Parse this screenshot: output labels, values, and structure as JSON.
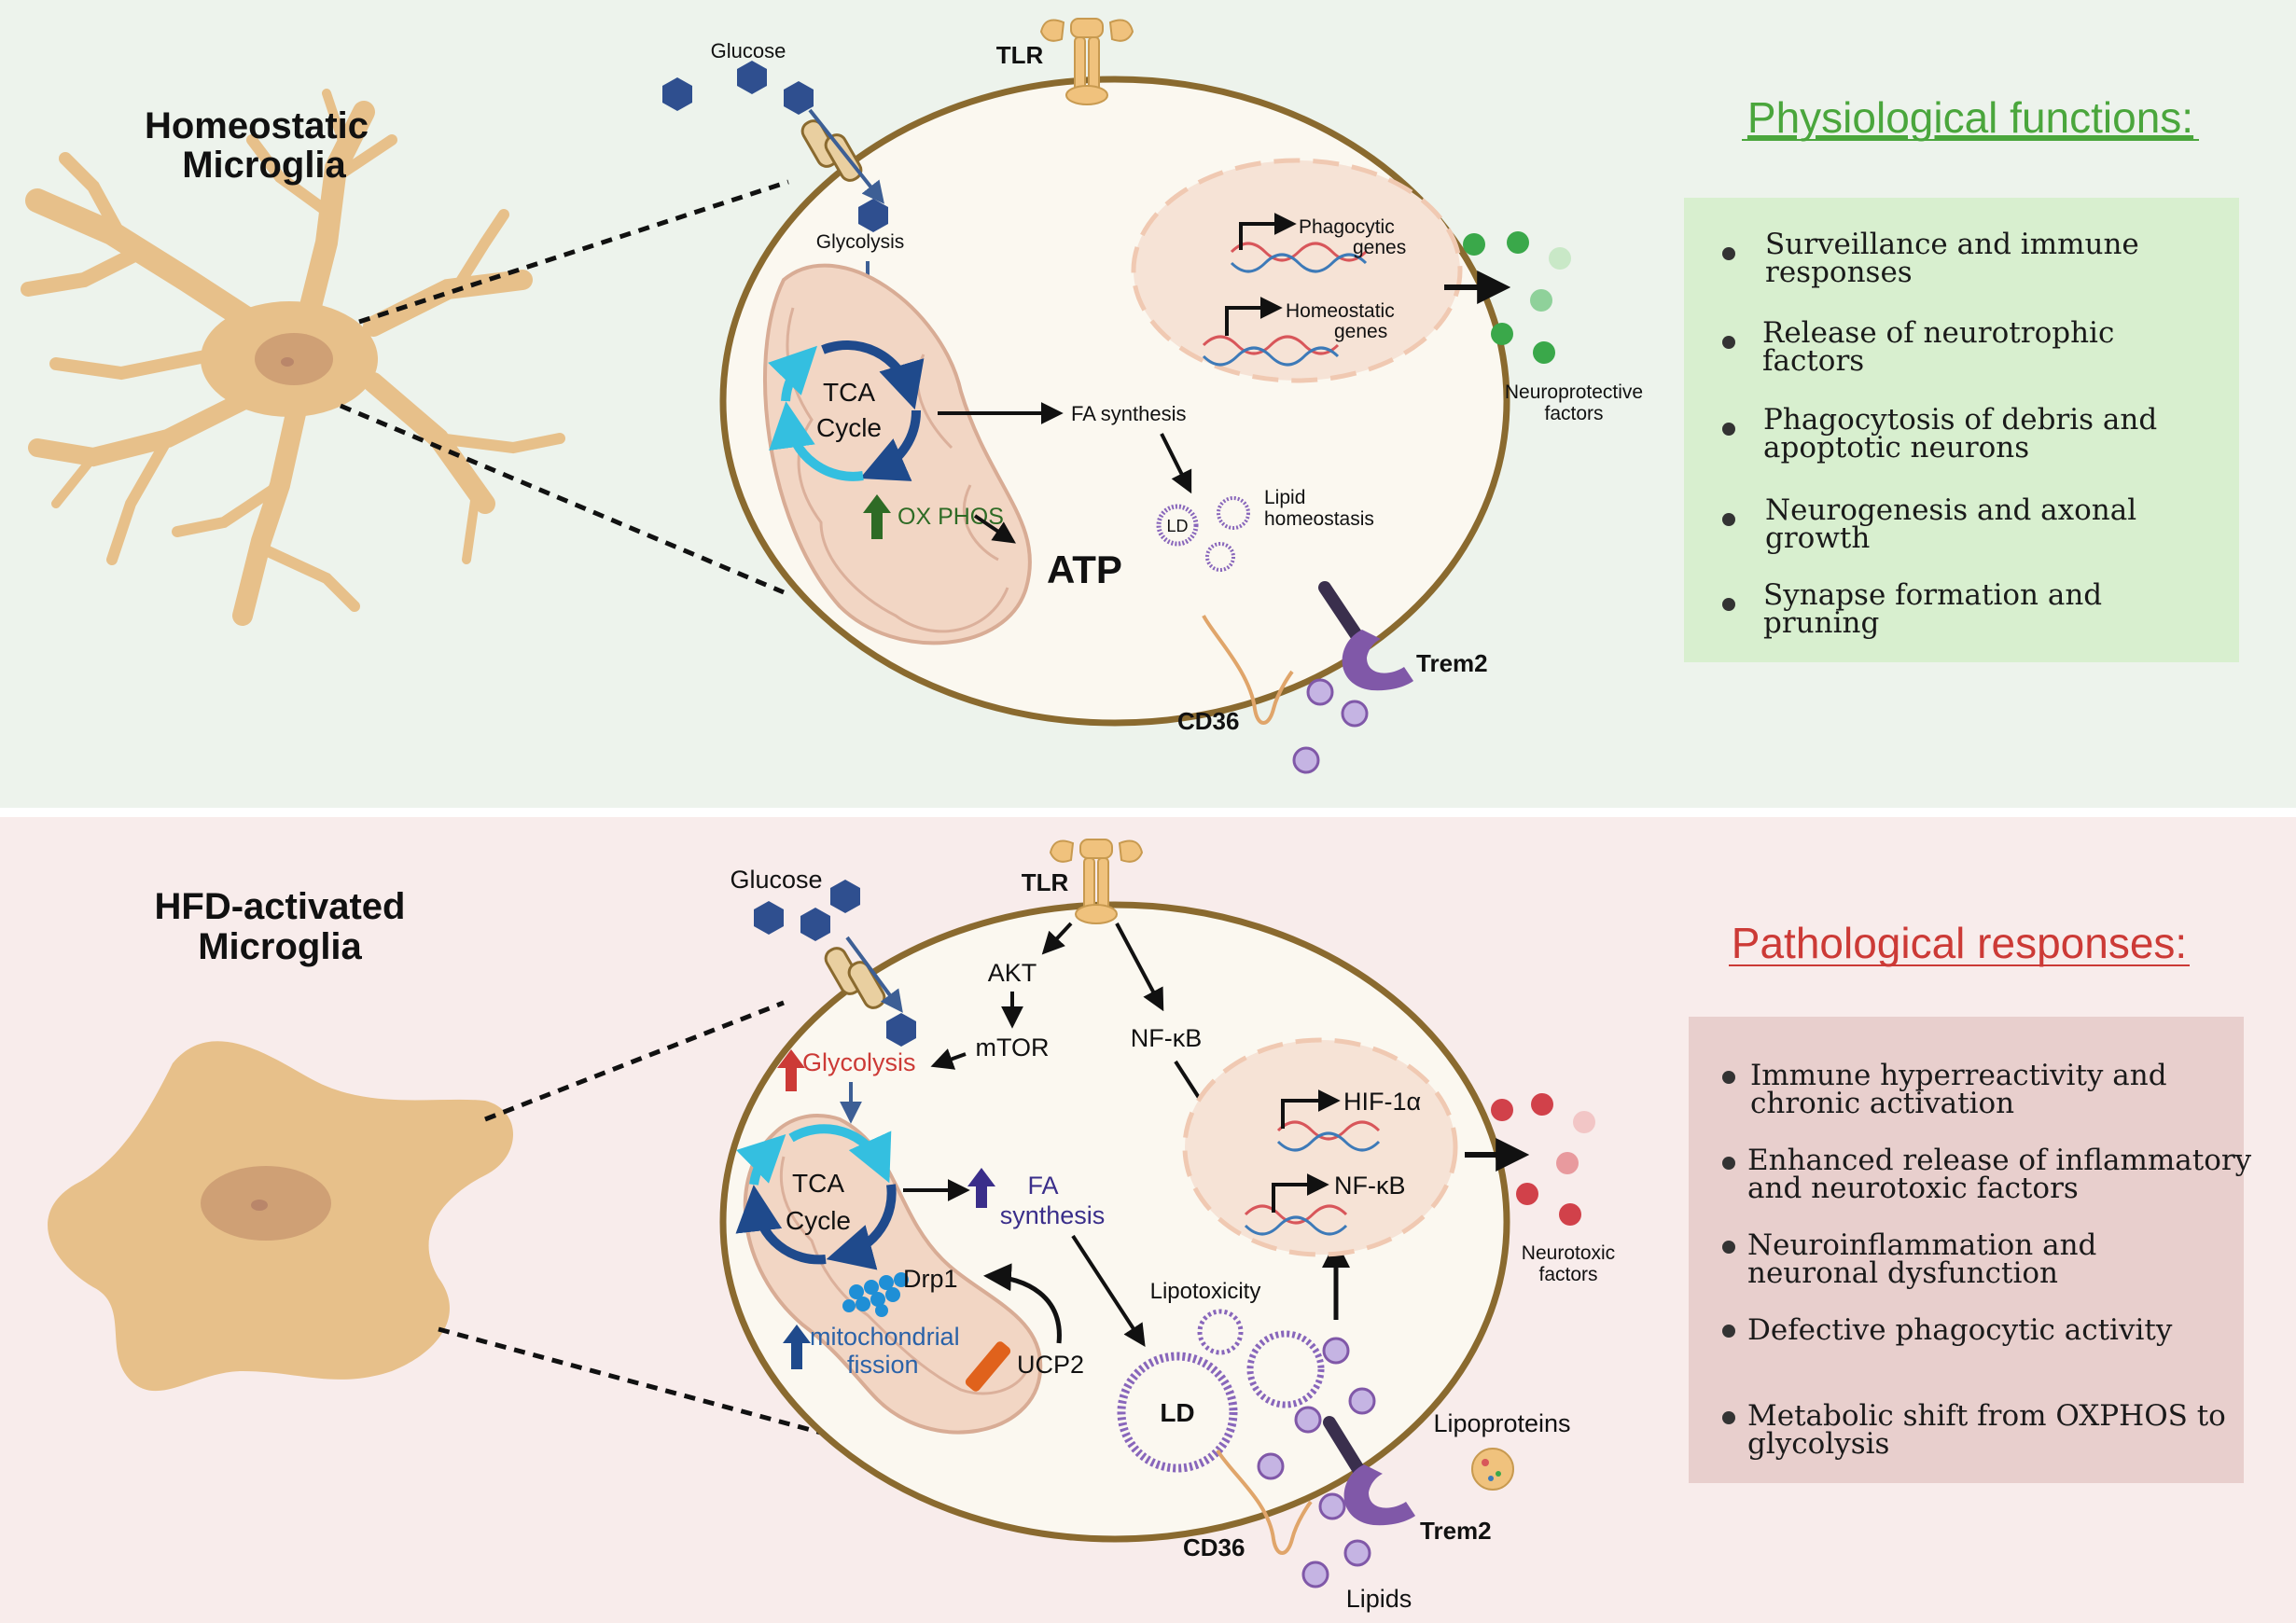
{
  "top_panel": {
    "cell_title": [
      "Homeostatic",
      "Microglia"
    ],
    "glucose": "Glucose",
    "tlr": "TLR",
    "glycolysis": "Glycolysis",
    "tca": [
      "TCA",
      "Cycle"
    ],
    "fa_synthesis": "FA synthesis",
    "oxphos": "OX PHOS",
    "atp": "ATP",
    "ld": "LD",
    "lipid_homeostasis": [
      "Lipid",
      "homeostasis"
    ],
    "phagocytic_genes": [
      "Phagocytic",
      "genes"
    ],
    "homeostatic_genes": [
      "Homeostatic",
      "genes"
    ],
    "neuroprotective_factors": [
      "Neuroprotective",
      "factors"
    ],
    "trem2": "Trem2",
    "cd36": "CD36",
    "functions_title": "Physiological functions:",
    "functions": [
      [
        "Surveillance and immune",
        "responses"
      ],
      [
        "Release of neurotrophic",
        "factors"
      ],
      [
        "Phagocytosis of debris and",
        "apoptotic neurons"
      ],
      [
        "Neurogenesis and axonal",
        "growth"
      ],
      [
        "Synapse formation and",
        "pruning"
      ]
    ]
  },
  "bottom_panel": {
    "cell_title": [
      "HFD-activated",
      "Microglia"
    ],
    "glucose": "Glucose",
    "tlr": "TLR",
    "akt": "AKT",
    "mtor": "mTOR",
    "nfkb_cyto": "NF-κB",
    "glycolysis": "Glycolysis",
    "tca": [
      "TCA",
      "Cycle"
    ],
    "fa_synthesis": [
      "FA",
      "synthesis"
    ],
    "drp1": "Drp1",
    "mito_fission": [
      "mitochondrial",
      "fission"
    ],
    "ucp2": "UCP2",
    "lipotoxicity": "Lipotoxicity",
    "ld": "LD",
    "hif1a": "HIF-1α",
    "nfkb_nuc": "NF-κB",
    "neurotoxic_factors": [
      "Neurotoxic",
      "factors"
    ],
    "lipoproteins": "Lipoproteins",
    "trem2": "Trem2",
    "cd36": "CD36",
    "lipids": "Lipids",
    "responses_title": "Pathological responses:",
    "responses": [
      [
        "Immune hyperreactivity and",
        "chronic activation"
      ],
      [
        "Enhanced release of inflammatory",
        "and neurotoxic factors"
      ],
      [
        "Neuroinflammation and",
        "neuronal dysfunction"
      ],
      [
        "Defective phagocytic activity"
      ],
      [
        "Metabolic shift from OXPHOS to",
        "glycolysis"
      ]
    ]
  },
  "colors": {
    "top_bg": "#edf3ec",
    "bottom_bg": "#f8eceb",
    "cell_fill": "#fbf8f0",
    "membrane": "#8a6a2f",
    "microglia": "#e7c08a",
    "green_title": "#4aa63c",
    "red_title": "#cc3a36",
    "glucose": "#2f4f8f",
    "lipid": "#8866bb"
  }
}
